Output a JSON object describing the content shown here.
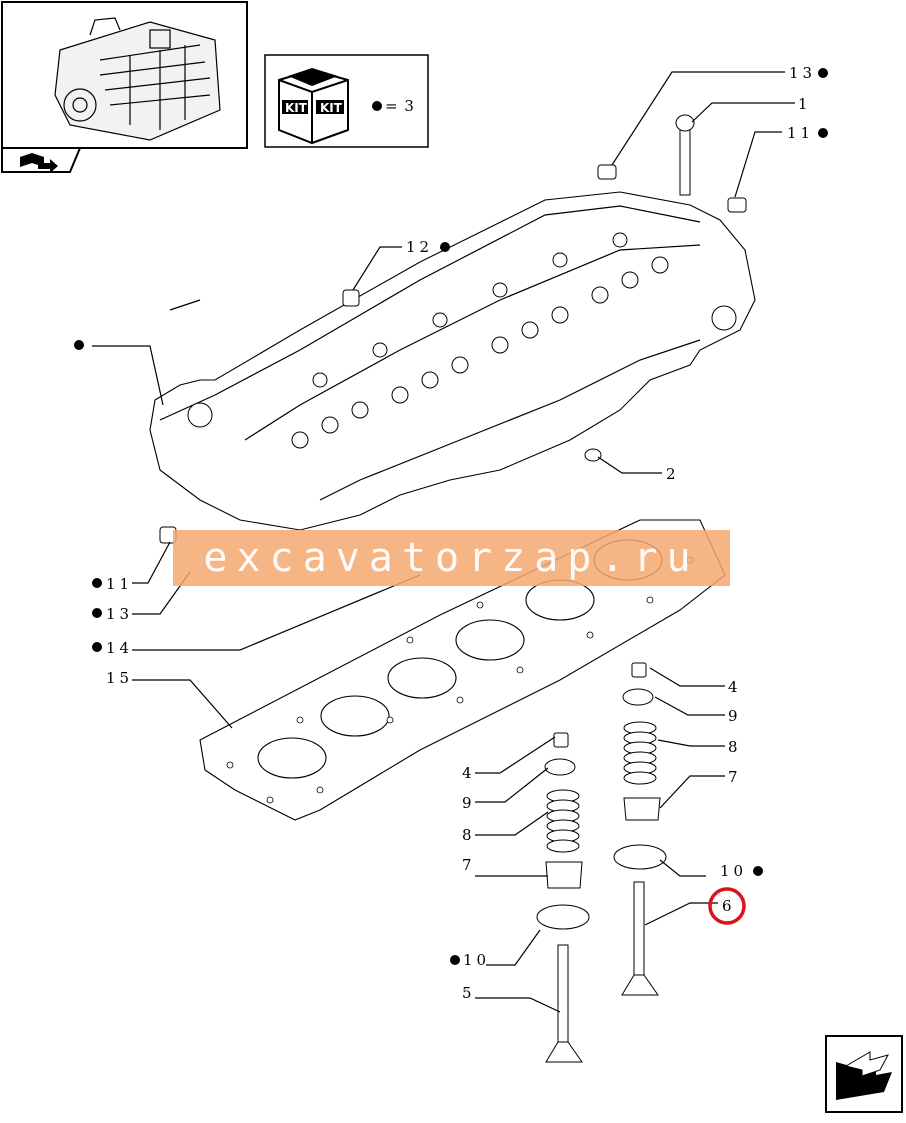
{
  "kit_box": {
    "kit_label_1": "KIT",
    "kit_label_2": "KIT",
    "equals_text": "= 3"
  },
  "watermark": "excavatorzap.ru",
  "callouts": {
    "c13_top": "13",
    "c1": "1",
    "c11_top": "11",
    "c12": "12",
    "c_head": "",
    "c2": "2",
    "c11_left": "11",
    "c13_left": "13",
    "c14": "14",
    "c15": "15",
    "c4_right": "4",
    "c9_right": "9",
    "c8_right": "8",
    "c7_right": "7",
    "c10_right": "10",
    "c6": "6",
    "c4_left": "4",
    "c9_left": "9",
    "c8_left": "8",
    "c7_left": "7",
    "c10_left": "10",
    "c5": "5"
  },
  "highlight": {
    "target": "6",
    "color": "#d9141b"
  }
}
